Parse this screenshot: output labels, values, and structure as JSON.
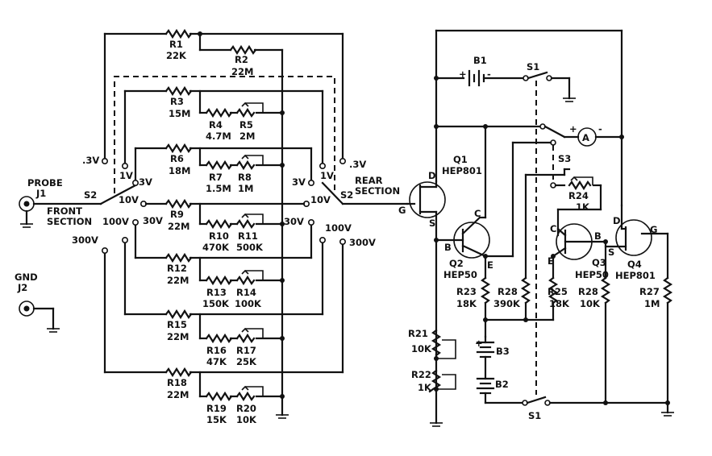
{
  "labels": {
    "probe": "PROBE",
    "probe_jack": "J1",
    "gnd": "GND",
    "gnd_jack": "J2",
    "s2": "S2",
    "front": "FRONT",
    "rear": "REAR",
    "section": "SECTION"
  },
  "ranges": {
    "r03": ".3V",
    "r1": "1V",
    "r3": "3V",
    "r10": "10V",
    "r30": "30V",
    "r100": "100V",
    "r300": "300V"
  },
  "meter": {
    "symbol": "A",
    "plus": "+",
    "minus": "-"
  },
  "pins": {
    "d": "D",
    "g": "G",
    "s": "S",
    "b": "B",
    "c": "C",
    "e": "E"
  },
  "parts": {
    "r1": {
      "name": "R1",
      "value": "22K"
    },
    "r2": {
      "name": "R2",
      "value": "22M"
    },
    "r3": {
      "name": "R3",
      "value": "15M"
    },
    "r4": {
      "name": "R4",
      "value": "4.7M"
    },
    "r5": {
      "name": "R5",
      "value": "2M"
    },
    "r6": {
      "name": "R6",
      "value": "18M"
    },
    "r7": {
      "name": "R7",
      "value": "1.5M"
    },
    "r8": {
      "name": "R8",
      "value": "1M"
    },
    "r9": {
      "name": "R9",
      "value": "22M"
    },
    "r10": {
      "name": "R10",
      "value": "470K"
    },
    "r11": {
      "name": "R11",
      "value": "500K"
    },
    "r12": {
      "name": "R12",
      "value": "22M"
    },
    "r13": {
      "name": "R13",
      "value": "150K"
    },
    "r14": {
      "name": "R14",
      "value": "100K"
    },
    "r15": {
      "name": "R15",
      "value": "22M"
    },
    "r16": {
      "name": "R16",
      "value": "47K"
    },
    "r17": {
      "name": "R17",
      "value": "25K"
    },
    "r18": {
      "name": "R18",
      "value": "22M"
    },
    "r19": {
      "name": "R19",
      "value": "15K"
    },
    "r20": {
      "name": "R20",
      "value": "10K"
    },
    "r21": {
      "name": "R21",
      "value": "10K"
    },
    "r22": {
      "name": "R22",
      "value": "1K"
    },
    "r23": {
      "name": "R23",
      "value": "18K"
    },
    "r24": {
      "name": "R24",
      "value": "1K"
    },
    "r25": {
      "name": "R25",
      "value": "18K"
    },
    "r27": {
      "name": "R27",
      "value": "1M"
    },
    "r28a": {
      "name": "R28",
      "value": "390K"
    },
    "r28b": {
      "name": "R28",
      "value": "10K"
    },
    "b1": {
      "name": "B1",
      "plus": "+",
      "minus": "-"
    },
    "b2": {
      "name": "B2"
    },
    "b3": {
      "name": "B3",
      "plus": "+"
    },
    "s1": {
      "name": "S1"
    },
    "s3": {
      "name": "S3"
    },
    "q1": {
      "name": "Q1",
      "type": "HEP801"
    },
    "q2": {
      "name": "Q2",
      "type": "HEP50"
    },
    "q3": {
      "name": "Q3",
      "type": "HEP50"
    },
    "q4": {
      "name": "Q4",
      "type": "HEP801"
    }
  }
}
